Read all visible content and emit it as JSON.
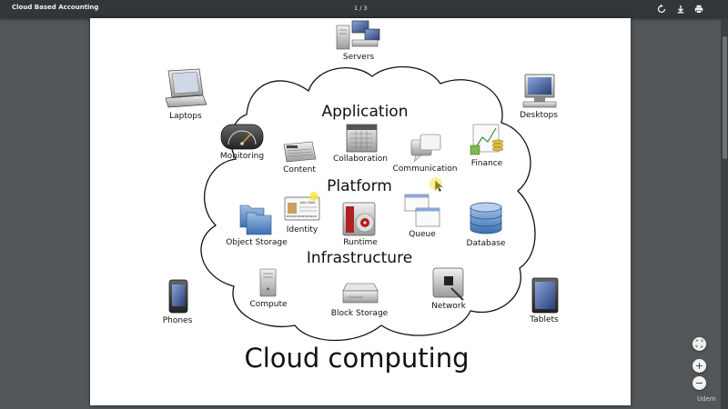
{
  "viewer": {
    "title": "Cloud Based Accounting",
    "page_indicator": "1 / 3",
    "rotate_icon": "rotate-icon",
    "download_icon": "download-icon",
    "print_icon": "print-icon",
    "fit_label": "⛶",
    "zoom_in_label": "+",
    "zoom_out_label": "−",
    "watermark": "Udem",
    "accent": "#323639"
  },
  "slide": {
    "layers": {
      "application": "Application",
      "platform": "Platform",
      "infrastructure": "Infrastructure"
    },
    "caption": "Cloud computing",
    "devices": {
      "servers": "Servers",
      "laptops": "Laptops",
      "desktops": "Desktops",
      "phones": "Phones",
      "tablets": "Tablets"
    },
    "application_items": [
      "Monitoring",
      "Content",
      "Collaboration",
      "Communication",
      "Finance"
    ],
    "platform_items": [
      "Object Storage",
      "Identity",
      "Runtime",
      "Queue",
      "Database"
    ],
    "infrastructure_items": [
      "Compute",
      "Block Storage",
      "Network"
    ],
    "identity_card_text": "John Doe"
  }
}
